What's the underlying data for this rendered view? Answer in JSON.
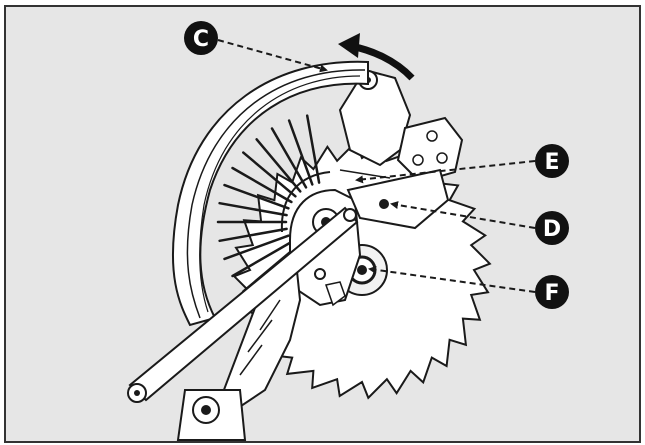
{
  "colors": {
    "panel_background": "#e6e6e6",
    "frame_border": "#333333",
    "line_art": "#1a1a1a",
    "part_fill": "#ffffff",
    "callout_fill": "#111111",
    "callout_text": "#ffffff"
  },
  "callouts": {
    "c": "C",
    "d": "D",
    "e": "E",
    "f": "F"
  },
  "icons": {
    "rotation": "curved-arrow-icon"
  }
}
